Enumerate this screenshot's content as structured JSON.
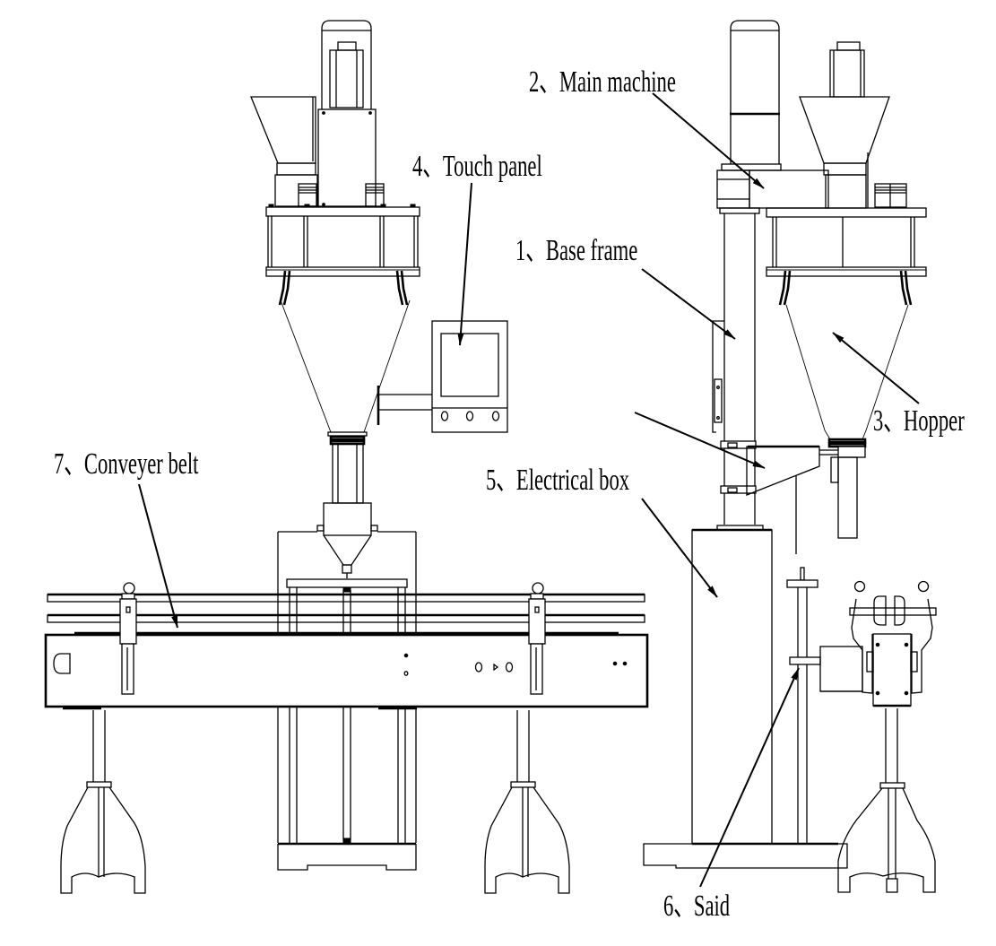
{
  "diagram": {
    "title": "Auger powder filling machine with conveyor – component layout",
    "colors": {
      "ink": "#000000",
      "background": "#ffffff"
    },
    "labels": [
      {
        "id": "base-frame",
        "number": "1",
        "text": "1、Base frame"
      },
      {
        "id": "main-machine",
        "number": "2",
        "text": "2、Main machine"
      },
      {
        "id": "hopper",
        "number": "3",
        "text": "3、Hopper"
      },
      {
        "id": "touch-panel",
        "number": "4",
        "text": "4、Touch panel"
      },
      {
        "id": "electrical-box",
        "number": "5",
        "text": "5、Electrical box"
      },
      {
        "id": "said",
        "number": "6",
        "text": "6、Said"
      },
      {
        "id": "conveyer-belt",
        "number": "7",
        "text": "7、Conveyer belt"
      }
    ]
  }
}
